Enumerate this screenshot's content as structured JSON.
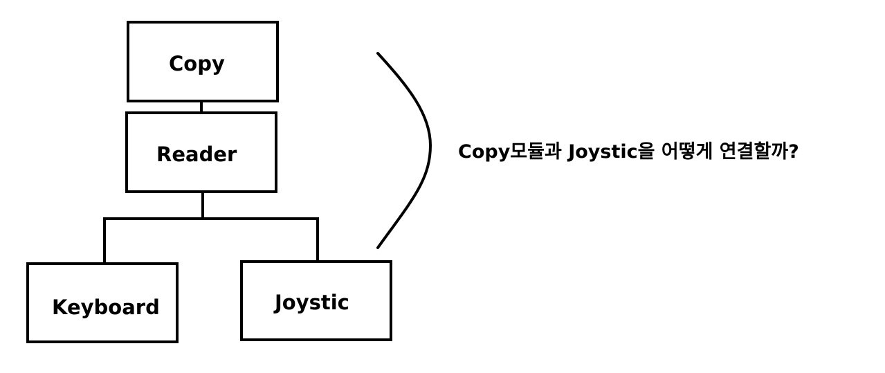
{
  "nodes": {
    "copy": "Copy",
    "reader": "Reader",
    "keyboard": "Keyboard",
    "joystic": "Joystic"
  },
  "question": "Copy모듈과 Joystic을 어떻게 연결할까?",
  "colors": {
    "stroke": "#000000",
    "background": "#ffffff"
  }
}
